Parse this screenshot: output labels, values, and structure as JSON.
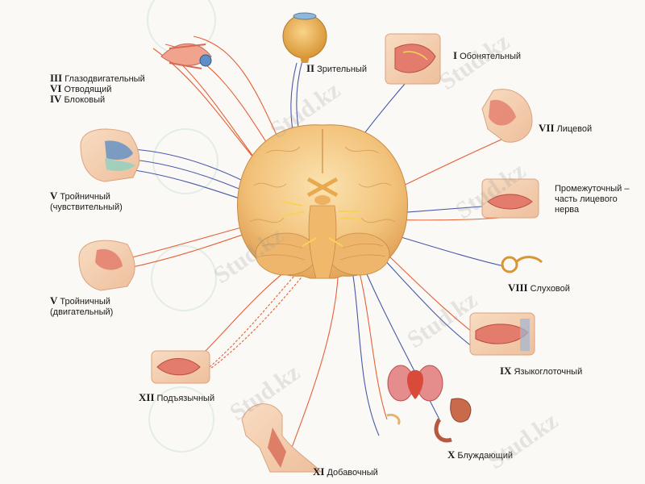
{
  "nerves": {
    "n1": {
      "numeral": "I",
      "name": "Обонятельный"
    },
    "n2": {
      "numeral": "II",
      "name": "Зрительный"
    },
    "n3": {
      "numeral": "III",
      "name": "Глазодвигательный"
    },
    "n6": {
      "numeral": "VI",
      "name": "Отводящий"
    },
    "n4": {
      "numeral": "IV",
      "name": "Блоковый"
    },
    "n5s": {
      "numeral": "V",
      "name": "Тройничный",
      "sub": "(чувствительный)"
    },
    "n5m": {
      "numeral": "V",
      "name": "Тройничный",
      "sub": "(двигательный)"
    },
    "n7": {
      "numeral": "VII",
      "name": "Лицевой"
    },
    "n7i": {
      "line1": "Промежуточный –",
      "line2": "часть лицевого",
      "line3": "нерва"
    },
    "n8": {
      "numeral": "VIII",
      "name": "Слуховой"
    },
    "n9": {
      "numeral": "IX",
      "name": "Языкоглоточный"
    },
    "n10": {
      "numeral": "X",
      "name": "Блуждающий"
    },
    "n11": {
      "numeral": "XI",
      "name": "Добавочный"
    },
    "n12": {
      "numeral": "XII",
      "name": "Подъязычный"
    }
  },
  "watermark": "Stud.kz",
  "colors": {
    "motor": "#e5603a",
    "sensory": "#4a59a8",
    "brain": "#f3c57c"
  }
}
